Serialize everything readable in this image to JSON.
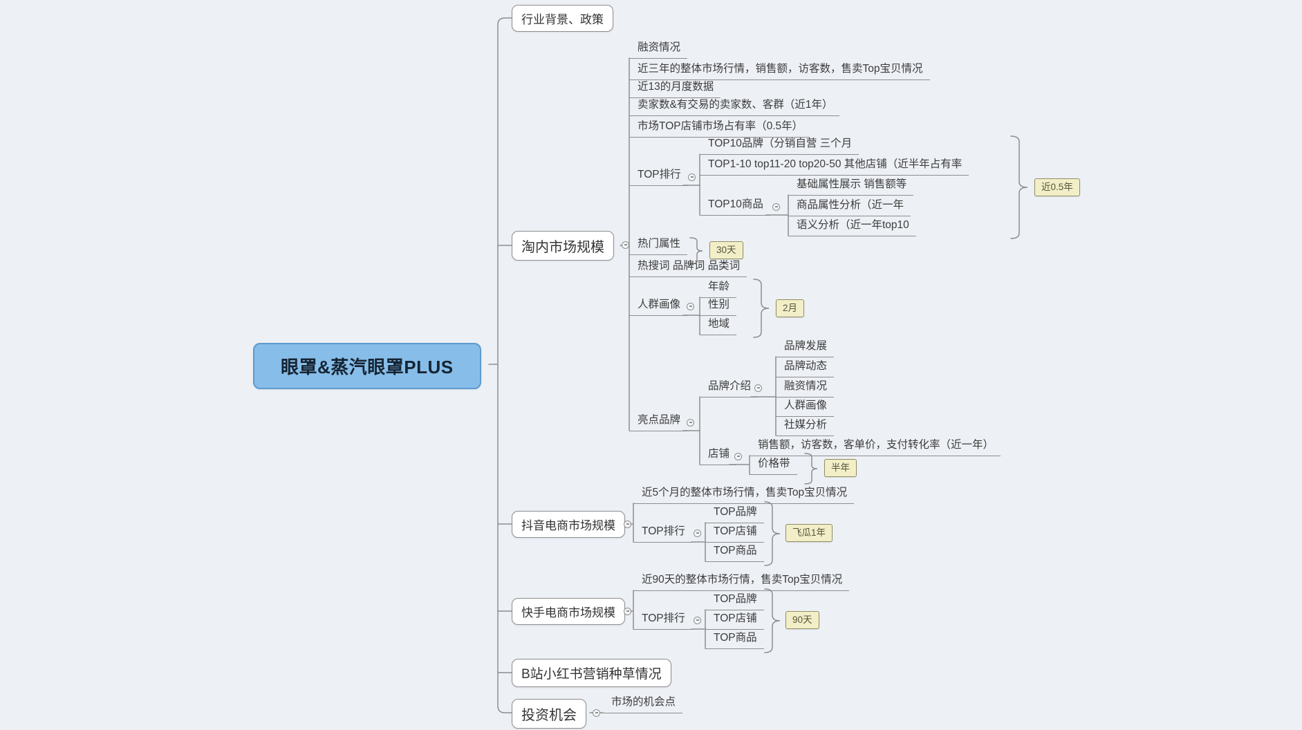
{
  "mindmap": {
    "root": {
      "label": "眼罩&蒸汽眼罩PLUS",
      "fill": "#87bde9",
      "border": "#5e9acf"
    },
    "colors": {
      "background": "#edf0f5",
      "line": "#8d8d8d",
      "tag_fill": "#f2efc8",
      "tag_border": "#908d60"
    },
    "branches": [
      {
        "label": "行业背景、政策"
      },
      {
        "label": "淘内市场规模",
        "children": [
          {
            "label": "融资情况"
          },
          {
            "label": "近三年的整体市场行情，销售额，访客数，售卖Top宝贝情况"
          },
          {
            "label": "近13的月度数据"
          },
          {
            "label": "卖家数&有交易的卖家数、客群（近1年）"
          },
          {
            "label": "市场TOP店铺市场占有率（0.5年）"
          },
          {
            "label": "TOP排行",
            "tag": "近0.5年",
            "children": [
              {
                "label": "TOP10品牌（分销自营 三个月"
              },
              {
                "label": "TOP1-10 top11-20 top20-50 其他店铺（近半年占有率"
              },
              {
                "label": "TOP10商品",
                "children": [
                  {
                    "label": "基础属性展示 销售额等"
                  },
                  {
                    "label": "商品属性分析（近一年"
                  },
                  {
                    "label": "语义分析（近一年top10"
                  }
                ]
              }
            ]
          },
          {
            "label": "热门属性",
            "tag": "30天"
          },
          {
            "label": "热搜词 品牌词 品类词"
          },
          {
            "label": "人群画像",
            "tag": "2月",
            "children": [
              {
                "label": "年龄"
              },
              {
                "label": "性别"
              },
              {
                "label": "地域"
              }
            ]
          },
          {
            "label": "亮点品牌",
            "children": [
              {
                "label": "品牌介绍",
                "children": [
                  {
                    "label": "品牌发展"
                  },
                  {
                    "label": "品牌动态"
                  },
                  {
                    "label": "融资情况"
                  },
                  {
                    "label": "人群画像"
                  },
                  {
                    "label": "社媒分析"
                  }
                ]
              },
              {
                "label": "店铺",
                "children": [
                  {
                    "label": "销售额，访客数，客单价，支付转化率（近一年）"
                  },
                  {
                    "label": "价格带",
                    "tag": "半年"
                  }
                ]
              }
            ]
          }
        ]
      },
      {
        "label": "抖音电商市场规模",
        "children": [
          {
            "label": "近5个月的整体市场行情，售卖Top宝贝情况"
          },
          {
            "label": "TOP排行",
            "tag": "飞瓜1年",
            "children": [
              {
                "label": "TOP品牌"
              },
              {
                "label": "TOP店铺"
              },
              {
                "label": "TOP商品"
              }
            ]
          }
        ]
      },
      {
        "label": "快手电商市场规模",
        "children": [
          {
            "label": "近90天的整体市场行情，售卖Top宝贝情况"
          },
          {
            "label": "TOP排行",
            "tag": "90天",
            "children": [
              {
                "label": "TOP品牌"
              },
              {
                "label": "TOP店铺"
              },
              {
                "label": "TOP商品"
              }
            ]
          }
        ]
      },
      {
        "label": "B站小红书营销种草情况"
      },
      {
        "label": "投资机会",
        "children": [
          {
            "label": "市场的机会点"
          }
        ]
      }
    ]
  }
}
